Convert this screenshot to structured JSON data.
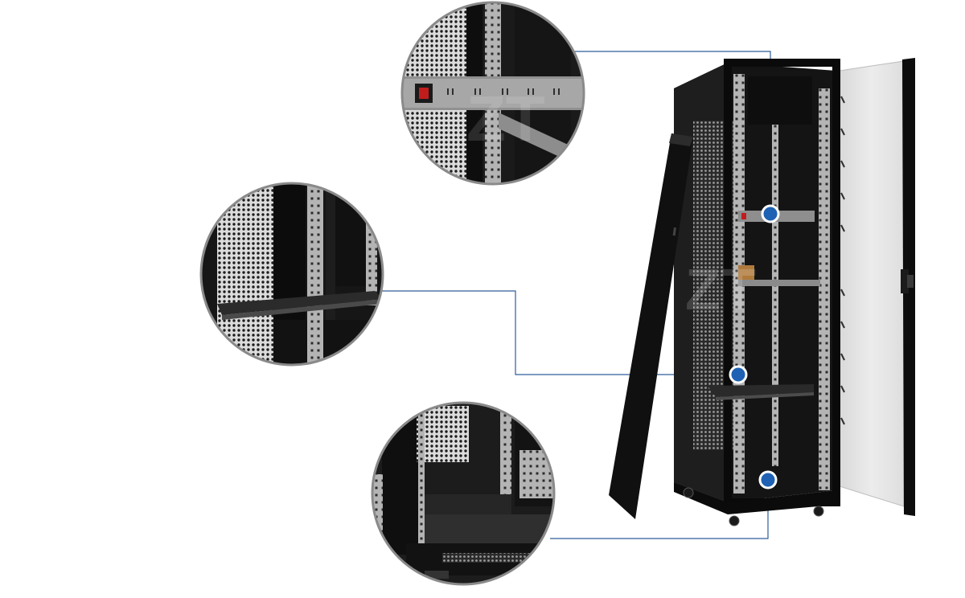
{
  "product": {
    "name_plate": "",
    "watermark_letters": "ZT",
    "colors": {
      "cabinet": "#141414",
      "frame": "#0b0b0b",
      "glass": "#e4e4e4",
      "rail": "#a9a9a9",
      "callout": "#2f5d9a",
      "hotspot": "#1f62b3"
    }
  },
  "details": [
    {
      "id": "pdu",
      "icon": "power-strip-icon"
    },
    {
      "id": "shelf",
      "icon": "tray-shelf-icon"
    },
    {
      "id": "base",
      "icon": "cabinet-base-icon"
    }
  ]
}
